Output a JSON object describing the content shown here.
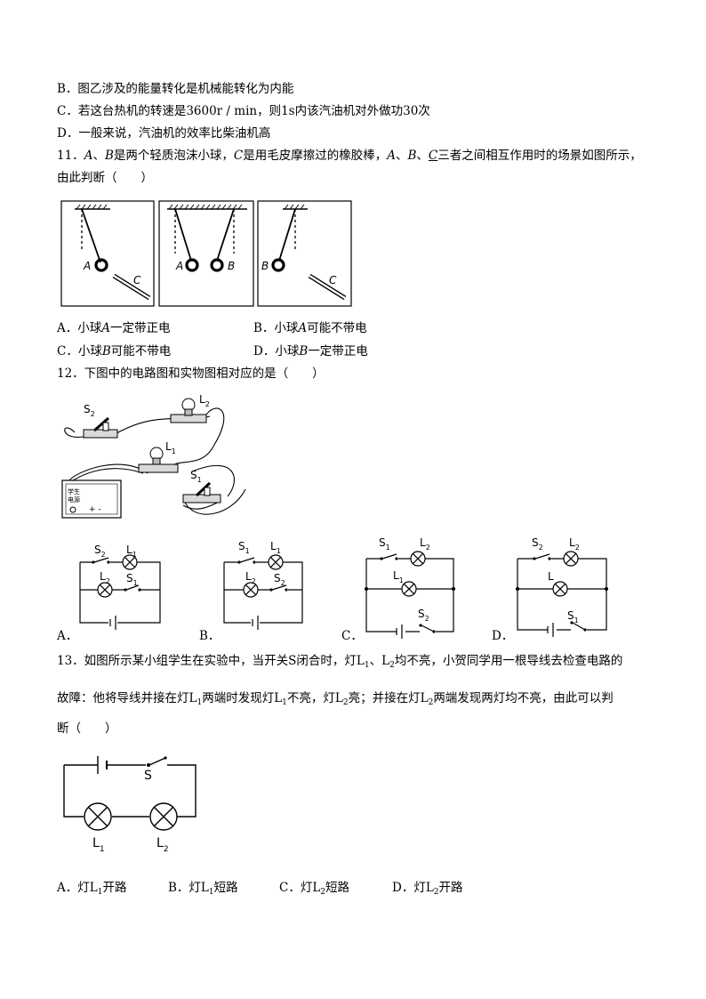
{
  "q10": {
    "optB": "B．图乙涉及的能量转化是机械能转化为内能",
    "optC": "C．若这台热机的转速是3600r / min，则1s内该汽油机对外做功30次",
    "optD": "D．一般来说，汽油机的效率比柴油机高"
  },
  "q11": {
    "num": "11．",
    "A": "A",
    "t1": "、",
    "B": "B",
    "t2": "是两个轻质泡沫小球，",
    "C": "C",
    "t3": "是用毛皮摩擦过的橡胶棒，",
    "A2": "A",
    "t4": "、",
    "B2": "B",
    "t5": "、",
    "C2": "C",
    "t6": "三者之间相互作用时的场景如图所示，",
    "line2": "由此判断（　　）",
    "fig": {
      "labelA": "A",
      "labelB": "B",
      "labelC": "C"
    },
    "optA_pre": "A．小球",
    "optA_ball": "A",
    "optA_post": "一定带正电",
    "optB_pre": "B．小球",
    "optB_ball": "A",
    "optB_post": "可能不带电",
    "optC_pre": "C．小球",
    "optC_ball": "B",
    "optC_post": "可能不带电",
    "optD_pre": "D．小球",
    "optD_ball": "B",
    "optD_post": "一定带正电"
  },
  "q12": {
    "stem": "12．下图中的电路图和实物图相对应的是（　　）",
    "photo": {
      "s2": "S",
      "s2sub": "2",
      "l2": "L",
      "l2sub": "2",
      "l1": "L",
      "l1sub": "1",
      "s1": "S",
      "s1sub": "1",
      "supply1": "学生",
      "supply2": "电源",
      "supply_sign": "+  -"
    },
    "letters": {
      "a": "A．",
      "b": "B．",
      "c": "C．",
      "d": "D．"
    },
    "labels": {
      "S": "S",
      "L": "L",
      "one": "1",
      "two": "2"
    }
  },
  "q13": {
    "line1_a": "13．如图所示某小组学生在实验中，当开关S闭合时，灯L",
    "line1_s1": "1",
    "line1_b": "、L",
    "line1_s2": "2",
    "line1_c": "均不亮，小贺同学用一根导线去检查电路的",
    "line2_a": "故障：他将导线并接在灯L",
    "line2_s1": "1",
    "line2_b": "两端时发现灯L",
    "line2_s2": "1",
    "line2_c": "不亮，灯L",
    "line2_s3": "2",
    "line2_d": "亮；并接在灯L",
    "line2_s4": "2",
    "line2_e": "两端发现两灯均不亮，由此可以判",
    "line3": "断（　　）",
    "fig": {
      "S": "S",
      "L": "L",
      "one": "1",
      "two": "2"
    },
    "optA_a": "A．灯L",
    "optA_s": "1",
    "optA_b": "开路",
    "optB_a": "B．灯L",
    "optB_s": "1",
    "optB_b": "短路",
    "optC_a": "C．灯L",
    "optC_s": "2",
    "optC_b": "短路",
    "optD_a": "D．灯L",
    "optD_s": "2",
    "optD_b": "开路"
  }
}
